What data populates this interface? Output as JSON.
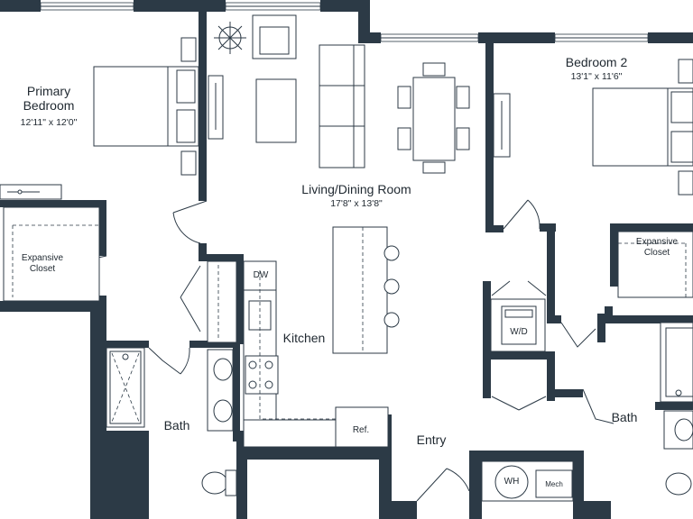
{
  "rooms": {
    "primary_bedroom": {
      "name_line1": "Primary",
      "name_line2": "Bedroom",
      "dimensions": "12'11\" x 12'0\""
    },
    "bedroom_2": {
      "name": "Bedroom 2",
      "dimensions": "13'1\" x 11'6\""
    },
    "living_dining": {
      "name": "Living/Dining Room",
      "dimensions": "17'8\" x 13'8\""
    },
    "kitchen": {
      "name": "Kitchen"
    },
    "entry": {
      "name": "Entry"
    },
    "bath_left": {
      "name": "Bath"
    },
    "bath_right": {
      "name": "Bath"
    },
    "closet_left": {
      "line1": "Expansive",
      "line2": "Closet"
    },
    "closet_right": {
      "line1": "Expansive",
      "line2": "Closet"
    }
  },
  "appliances": {
    "dishwasher": "DW",
    "refrigerator": "Ref.",
    "washer_dryer": "W/D",
    "water_heater": "WH",
    "mechanical": "Mech"
  },
  "colors": {
    "wall": "#2c3a46",
    "background": "#ffffff"
  }
}
